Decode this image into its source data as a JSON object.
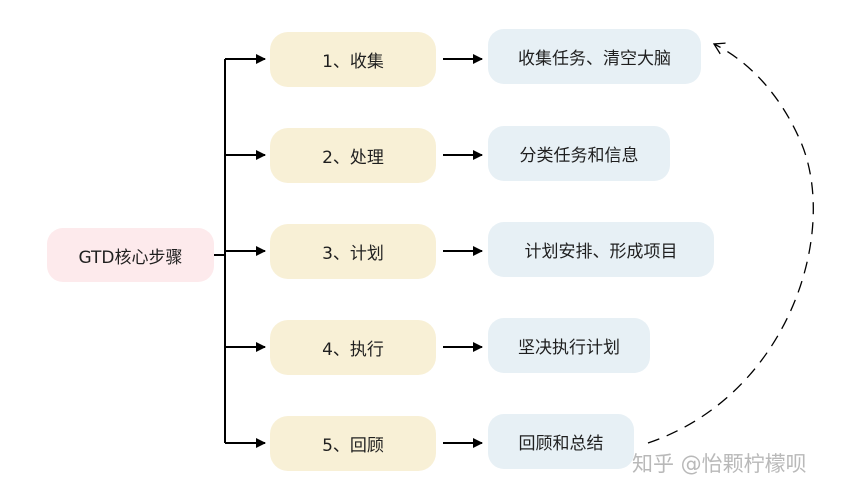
{
  "root": {
    "label": "GTD核心步骤"
  },
  "steps": [
    {
      "label": "1、收集",
      "desc": "收集任务、清空大脑"
    },
    {
      "label": "2、处理",
      "desc": "分类任务和信息"
    },
    {
      "label": "3、计划",
      "desc": "计划安排、形成项目"
    },
    {
      "label": "4、执行",
      "desc": "坚决执行计划"
    },
    {
      "label": "5、回顾",
      "desc": "回顾和总结"
    }
  ],
  "watermark": "知乎 @怡颗柠檬呗",
  "colors": {
    "root_fill": "#fdeaec",
    "step_fill": "#f8f0d6",
    "desc_fill": "#e7f0f5",
    "connector": "#000000",
    "watermark": "#b9b9b9"
  }
}
